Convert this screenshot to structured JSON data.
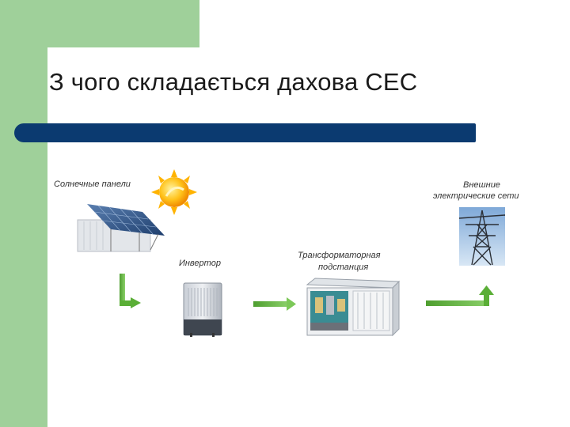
{
  "slide": {
    "title": "З чого складається дахова СЕС"
  },
  "diagram": {
    "solar_panels_label": "Солнечные панели",
    "inverter_label": "Инвертор",
    "substation_label_line1": "Трансформаторная",
    "substation_label_line2": "подстанция",
    "grid_label_line1": "Внешние",
    "grid_label_line2": "электрические сети"
  },
  "colors": {
    "accent_green": "#9fd09a",
    "title_bar": "#0b3a70",
    "arrow_green": "#6fbf4a"
  }
}
